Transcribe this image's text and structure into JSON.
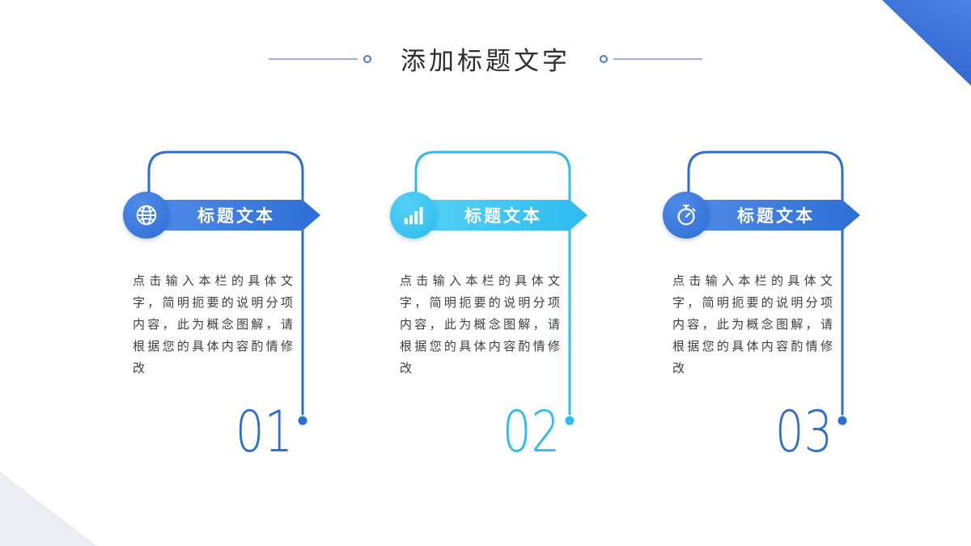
{
  "slide": {
    "title": "添加标题文字",
    "cards": [
      {
        "number": "01",
        "title": "标题文本",
        "body": "点击输入本栏的具体文字，简明扼要的说明分项内容，此为概念图解，请根据您的具体内容酌情修改",
        "icon": "globe-icon",
        "accent": "#2e6ed4"
      },
      {
        "number": "02",
        "title": "标题文本",
        "body": "点击输入本栏的具体文字，简明扼要的说明分项内容，此为概念图解，请根据您的具体内容酌情修改",
        "icon": "bar-chart-icon",
        "accent": "#2cbcee"
      },
      {
        "number": "03",
        "title": "标题文本",
        "body": "点击输入本栏的具体文字，简明扼要的说明分项内容，此为概念图解，请根据您的具体内容酌情修改",
        "icon": "stopwatch-icon",
        "accent": "#2e6ed4"
      }
    ],
    "colors": {
      "accent_blue": "#2e6ed4",
      "accent_cyan": "#2cbcee",
      "corner_triangle_blue": "#2f62cc",
      "corner_triangle_gray": "#ebedf2",
      "body_text": "#3d3d3d",
      "title_text": "#2d2d2d"
    }
  }
}
